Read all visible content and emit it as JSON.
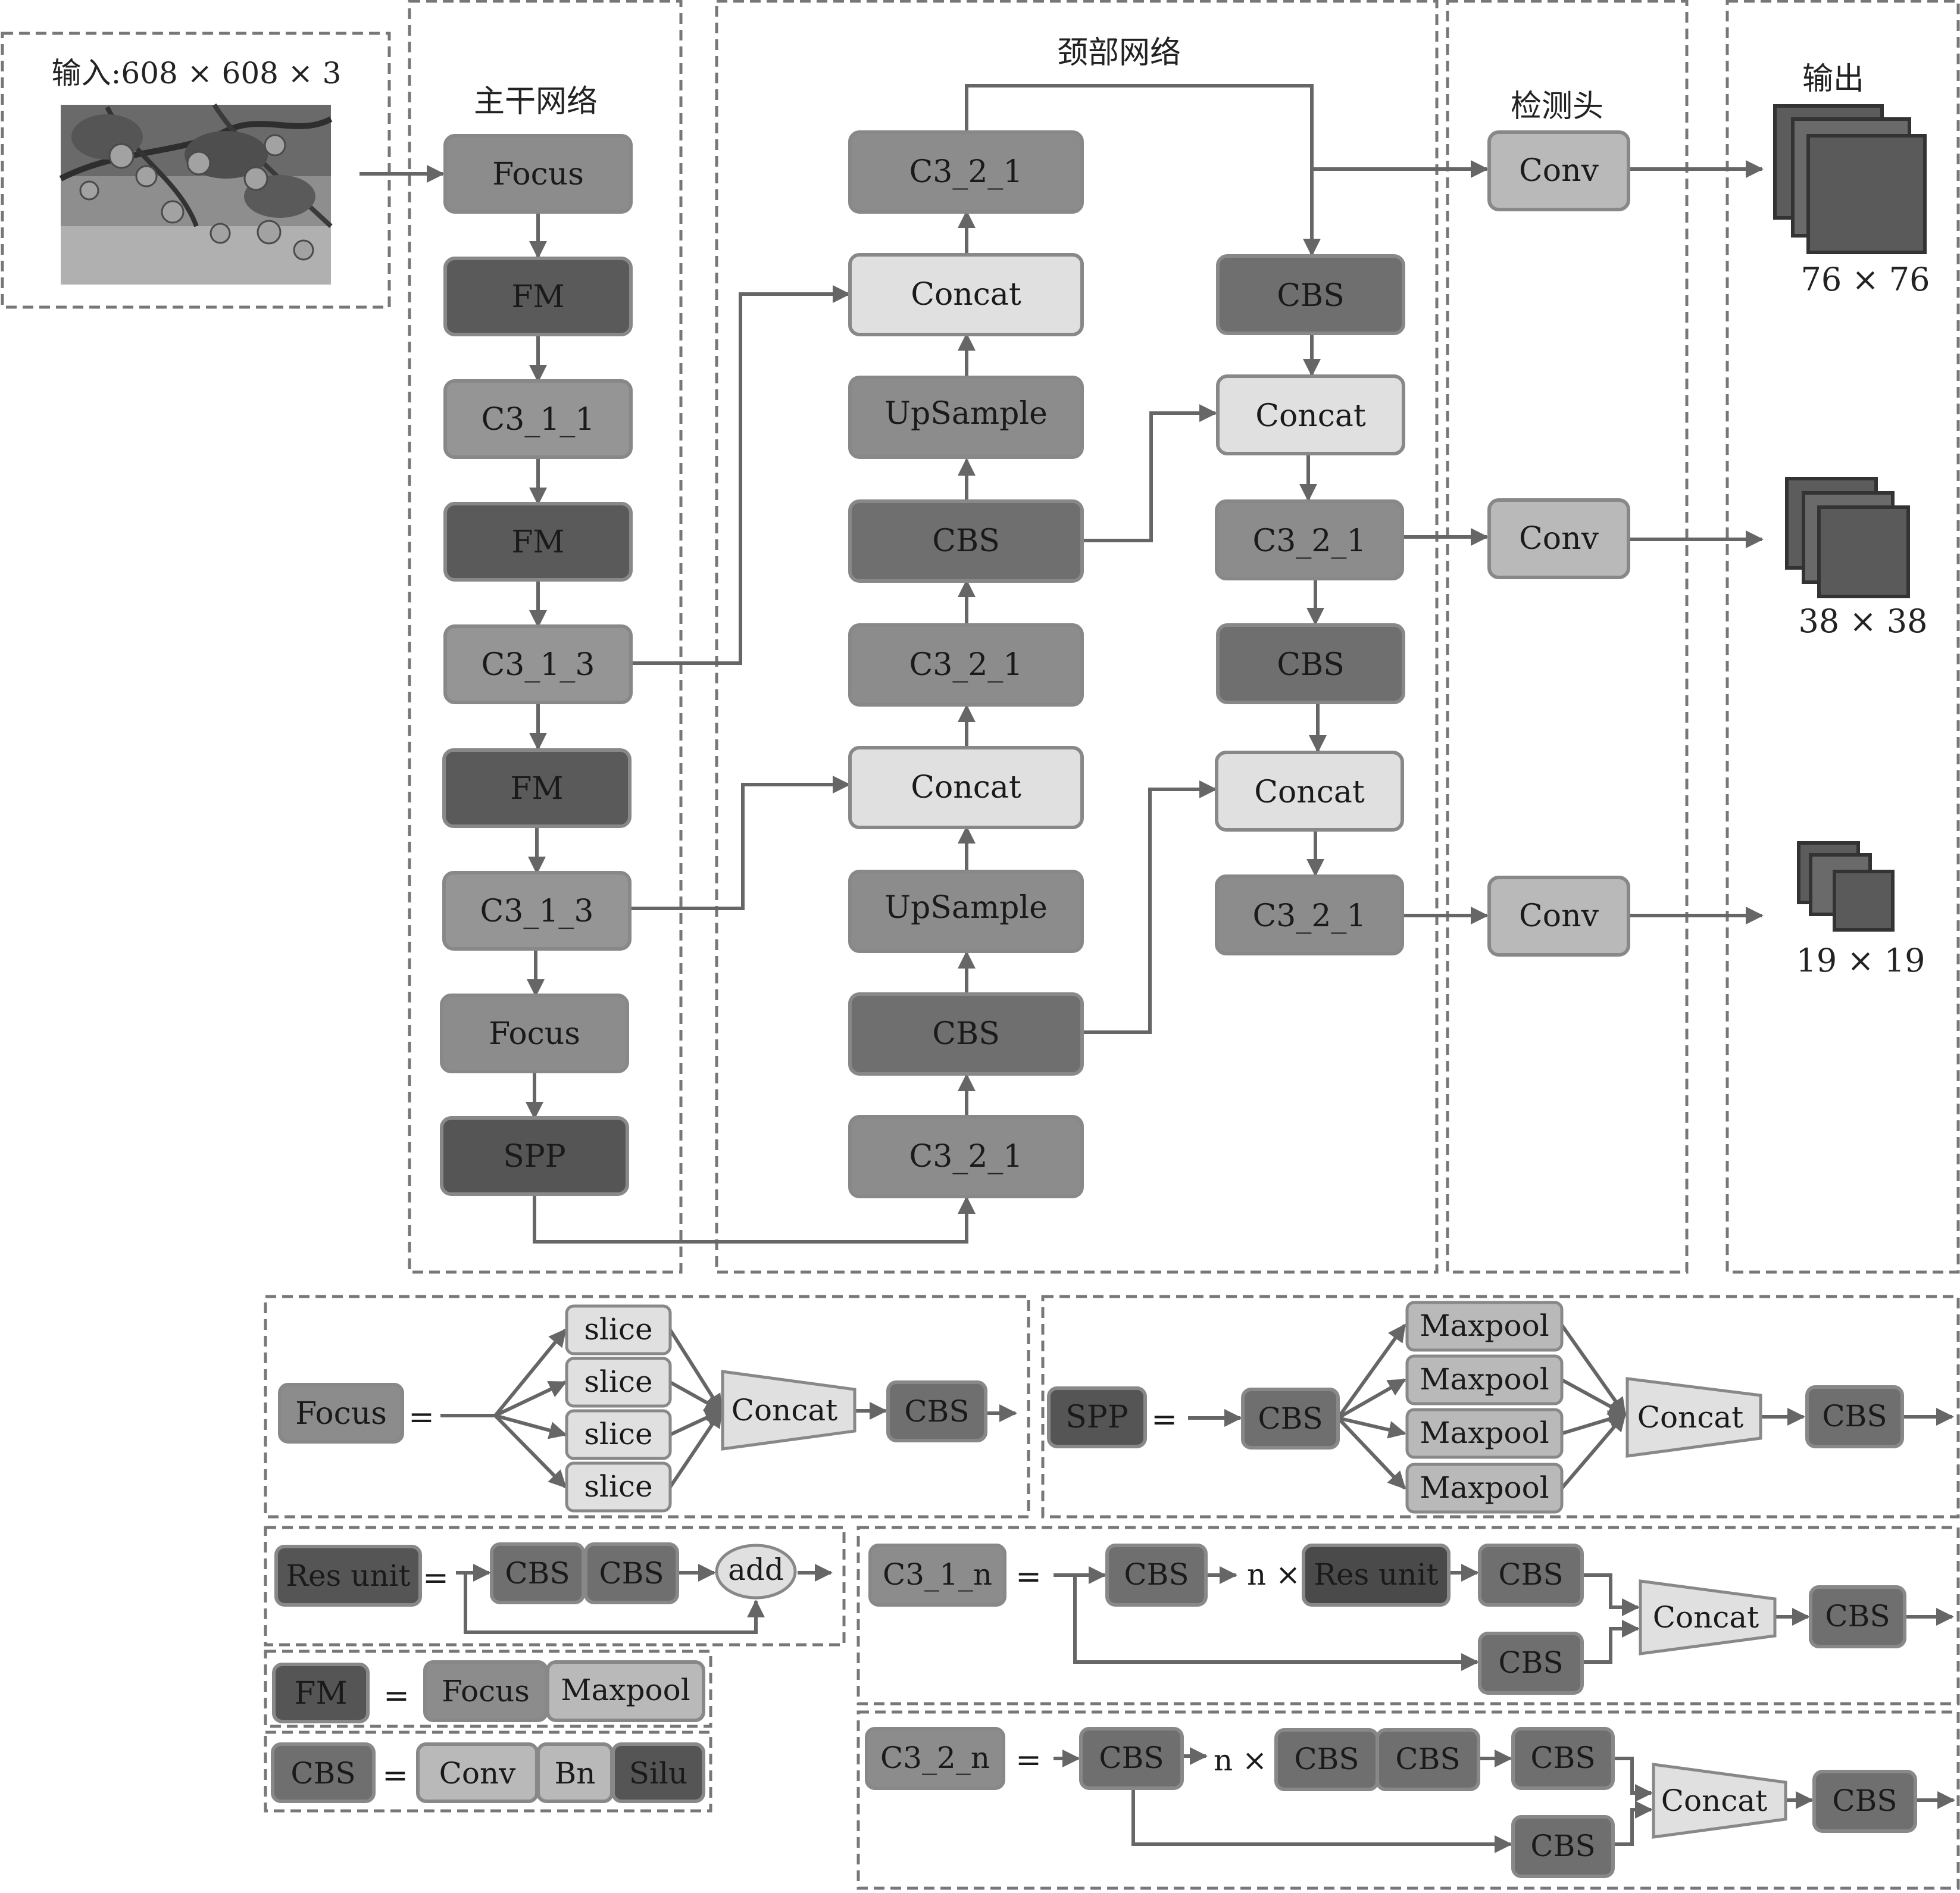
{
  "input": {
    "label": "输入:608 × 608 × 3"
  },
  "sections": {
    "backbone": "主干网络",
    "neck": "颈部网络",
    "head": "检测头",
    "output": "输出"
  },
  "backbone_blocks": [
    "Focus",
    "FM",
    "C3_1_1",
    "FM",
    "C3_1_3",
    "FM",
    "C3_1_3",
    "Focus",
    "SPP"
  ],
  "neck_left_blocks": [
    "C3_2_1",
    "Concat",
    "UpSample",
    "CBS",
    "C3_2_1",
    "Concat",
    "UpSample",
    "CBS",
    "C3_2_1"
  ],
  "neck_right_blocks": [
    "CBS",
    "Concat",
    "C3_2_1",
    "CBS",
    "Concat",
    "C3_2_1"
  ],
  "head_blocks": [
    "Conv",
    "Conv",
    "Conv"
  ],
  "outputs": [
    "76 × 76",
    "38 × 38",
    "19 × 19"
  ],
  "legend": {
    "focus": {
      "name": "Focus",
      "eq": "=",
      "slices": [
        "slice",
        "slice",
        "slice",
        "slice"
      ],
      "concat": "Concat",
      "cbs": "CBS"
    },
    "spp": {
      "name": "SPP",
      "eq": "=",
      "cbs_in": "CBS",
      "pools": [
        "Maxpool",
        "Maxpool",
        "Maxpool",
        "Maxpool"
      ],
      "concat": "Concat",
      "cbs_out": "CBS"
    },
    "res_unit": {
      "name": "Res unit",
      "eq": "=",
      "cbs1": "CBS",
      "cbs2": "CBS",
      "add": "add"
    },
    "c3_1_n": {
      "name": "C3_1_n",
      "eq": "=",
      "cbs1": "CBS",
      "nx": "n ×",
      "res": "Res unit",
      "cbs2": "CBS",
      "cbs3": "CBS",
      "concat": "Concat",
      "cbs_out": "CBS"
    },
    "fm": {
      "name": "FM",
      "eq": "=",
      "focus": "Focus",
      "maxpool": "Maxpool"
    },
    "cbs": {
      "name": "CBS",
      "eq": "=",
      "conv": "Conv",
      "bn": "Bn",
      "silu": "Silu"
    },
    "c3_2_n": {
      "name": "C3_2_n",
      "eq": "=",
      "cbs1": "CBS",
      "nx": "n ×",
      "cbs_a": "CBS",
      "cbs_b": "CBS",
      "cbs2": "CBS",
      "cbs3": "CBS",
      "concat": "Concat",
      "cbs_out": "CBS"
    }
  },
  "colors": {
    "fm": "#5a5a5a",
    "cbs": "#6f6f6f",
    "c3": "#8c8c8c",
    "light": "#b9b9b9",
    "concat": "#e0e0e0",
    "line": "#666666",
    "frame": "#777777"
  }
}
